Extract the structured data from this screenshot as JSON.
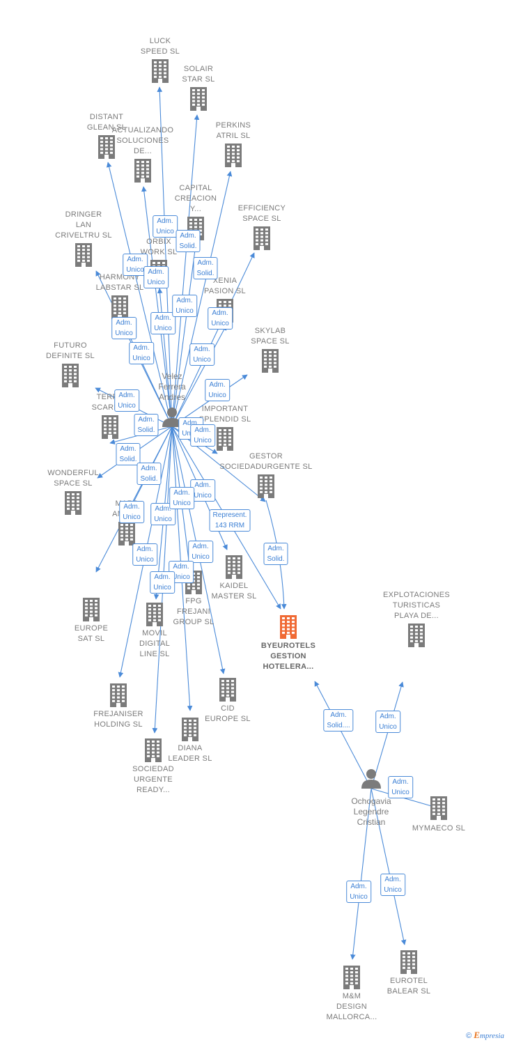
{
  "colors": {
    "edge": "#4a8ad8",
    "building": "#7b7b7b",
    "building_main": "#f06a35",
    "person": "#7b7b7b"
  },
  "people": [
    {
      "id": "velez",
      "label": "Velez\nFerrera\nAndres"
    },
    {
      "id": "ochogavia",
      "label": "Ochogavia\nLegendre\nCristian"
    }
  ],
  "companies": [
    {
      "id": "luck",
      "label": "LUCK\nSPEED SL"
    },
    {
      "id": "solair",
      "label": "SOLAIR\nSTAR SL"
    },
    {
      "id": "distant",
      "label": "DISTANT\nGLEAN SL"
    },
    {
      "id": "actualizando",
      "label": "ACTUALIZANDO\nSOLUCIONES\nDE..."
    },
    {
      "id": "perkins",
      "label": "PERKINS\nATRIL SL"
    },
    {
      "id": "capital",
      "label": "CAPITAL\nCREACION\nY..."
    },
    {
      "id": "efficiency",
      "label": "EFFICIENCY\nSPACE SL"
    },
    {
      "id": "dringer",
      "label": "DRINGER\nLAN\nCRIVELTRU SL"
    },
    {
      "id": "orbix",
      "label": "ORBIX\nWORK SL"
    },
    {
      "id": "harmony",
      "label": "HARMONY\nLABSTAR SL"
    },
    {
      "id": "xenia",
      "label": "XENIA\nPASION SL"
    },
    {
      "id": "skylab",
      "label": "SKYLAB\nSPACE SL"
    },
    {
      "id": "futuro",
      "label": "FUTURO\nDEFINITE SL"
    },
    {
      "id": "terra",
      "label": "TERRA\nSCARLET"
    },
    {
      "id": "important",
      "label": "IMPORTANT\nSPLENDID SL"
    },
    {
      "id": "gestor",
      "label": "GESTOR\nSOCIEDADURGENTE SL"
    },
    {
      "id": "wonderful",
      "label": "WONDERFUL\nSPACE SL"
    },
    {
      "id": "mars",
      "label": "MARS\nAMDUR"
    },
    {
      "id": "kaidel",
      "label": "KAIDEL\nMASTER SL"
    },
    {
      "id": "europe",
      "label": "EUROPE\nSAT SL"
    },
    {
      "id": "movil",
      "label": "MOVIL\nDIGITAL\nLINE SL"
    },
    {
      "id": "fpg",
      "label": "FPG\nFREJANI\nGROUP SL"
    },
    {
      "id": "byeurotels",
      "label": "BYEUROTELS\nGESTION\nHOTELERA...",
      "main": true
    },
    {
      "id": "explotaciones",
      "label": "EXPLOTACIONES\nTURISTICAS\nPLAYA DE..."
    },
    {
      "id": "frejaniser",
      "label": "FREJANISER\nHOLDING SL"
    },
    {
      "id": "cid",
      "label": "CID\nEUROPE SL"
    },
    {
      "id": "diana",
      "label": "DIANA\nLEADER SL"
    },
    {
      "id": "sociedad",
      "label": "SOCIEDAD\nURGENTE\nREADY..."
    },
    {
      "id": "mymaeco",
      "label": "MYMAECO SL"
    },
    {
      "id": "mm",
      "label": "M&M\nDESIGN\nMALLORCA..."
    },
    {
      "id": "eurotel",
      "label": "EUROTEL\nBALEAR SL"
    }
  ],
  "edges": [
    {
      "from": "velez",
      "to": "luck",
      "label": "Adm.\nUnico"
    },
    {
      "from": "velez",
      "to": "solair",
      "label": "Adm.\nSolid."
    },
    {
      "from": "velez",
      "to": "distant",
      "label": "Adm.\nUnico"
    },
    {
      "from": "velez",
      "to": "actualizando",
      "label": "Adm.\nUnico"
    },
    {
      "from": "velez",
      "to": "perkins",
      "label": "Adm.\nSolid."
    },
    {
      "from": "velez",
      "to": "orbix",
      "label": "Adm.\nUnico"
    },
    {
      "from": "velez",
      "to": "harmony",
      "label": "Adm.\nUnico"
    },
    {
      "from": "velez",
      "to": "efficiency",
      "label": "Adm.\nUnico"
    },
    {
      "from": "velez",
      "to": "xenia",
      "label": "Adm.\nUnico"
    },
    {
      "from": "velez",
      "to": "dringer",
      "label": "Adm.\nUnico"
    },
    {
      "from": "velez",
      "to": "capital",
      "label": "Adm.\nUnico"
    },
    {
      "from": "velez",
      "to": "skylab",
      "label": "Adm.\nUnico"
    },
    {
      "from": "velez",
      "to": "terra",
      "label": "Adm.\nUnico"
    },
    {
      "from": "velez",
      "to": "futuro",
      "label": "Adm.\nSolid."
    },
    {
      "from": "velez",
      "to": "important",
      "label": "Adm.\nUnico"
    },
    {
      "from": "velez",
      "to": "wonderful",
      "label": "Adm.\nSolid."
    },
    {
      "from": "velez",
      "to": "gestor",
      "label": "Adm.\nUnico"
    },
    {
      "from": "velez",
      "to": "mars",
      "label": "Adm.\nSolid."
    },
    {
      "from": "velez",
      "to": "kaidel",
      "label": "Adm.\nUnico"
    },
    {
      "from": "velez",
      "to": "europe",
      "label": "Adm.\nUnico"
    },
    {
      "from": "velez",
      "to": "movil",
      "label": "Adm.\nUnico"
    },
    {
      "from": "velez",
      "to": "fpg",
      "label": "Adm.\nUnico"
    },
    {
      "from": "velez",
      "to": "byeurotels",
      "label": "Represent.\n143 RRM"
    },
    {
      "from": "velez",
      "to": "frejaniser",
      "label": "Adm.\nUnico"
    },
    {
      "from": "velez",
      "to": "cid",
      "label": "Adm.\nUnico"
    },
    {
      "from": "velez",
      "to": "diana",
      "label": "Adm.\nUnico"
    },
    {
      "from": "velez",
      "to": "sociedad",
      "label": "Adm.\nUnico"
    },
    {
      "from": "gestor",
      "to": "byeurotels",
      "label": "Adm.\nSolid."
    },
    {
      "from": "ochogavia",
      "to": "byeurotels",
      "label": "Adm.\nSolid...."
    },
    {
      "from": "ochogavia",
      "to": "explotaciones",
      "label": "Adm.\nUnico"
    },
    {
      "from": "ochogavia",
      "to": "mymaeco",
      "label": "Adm.\nUnico"
    },
    {
      "from": "ochogavia",
      "to": "mm",
      "label": "Adm.\nUnico"
    },
    {
      "from": "ochogavia",
      "to": "eurotel",
      "label": "Adm.\nUnico"
    }
  ],
  "footer": {
    "copyright": "©",
    "brand_initial": "E",
    "brand_rest": "mpresia"
  }
}
